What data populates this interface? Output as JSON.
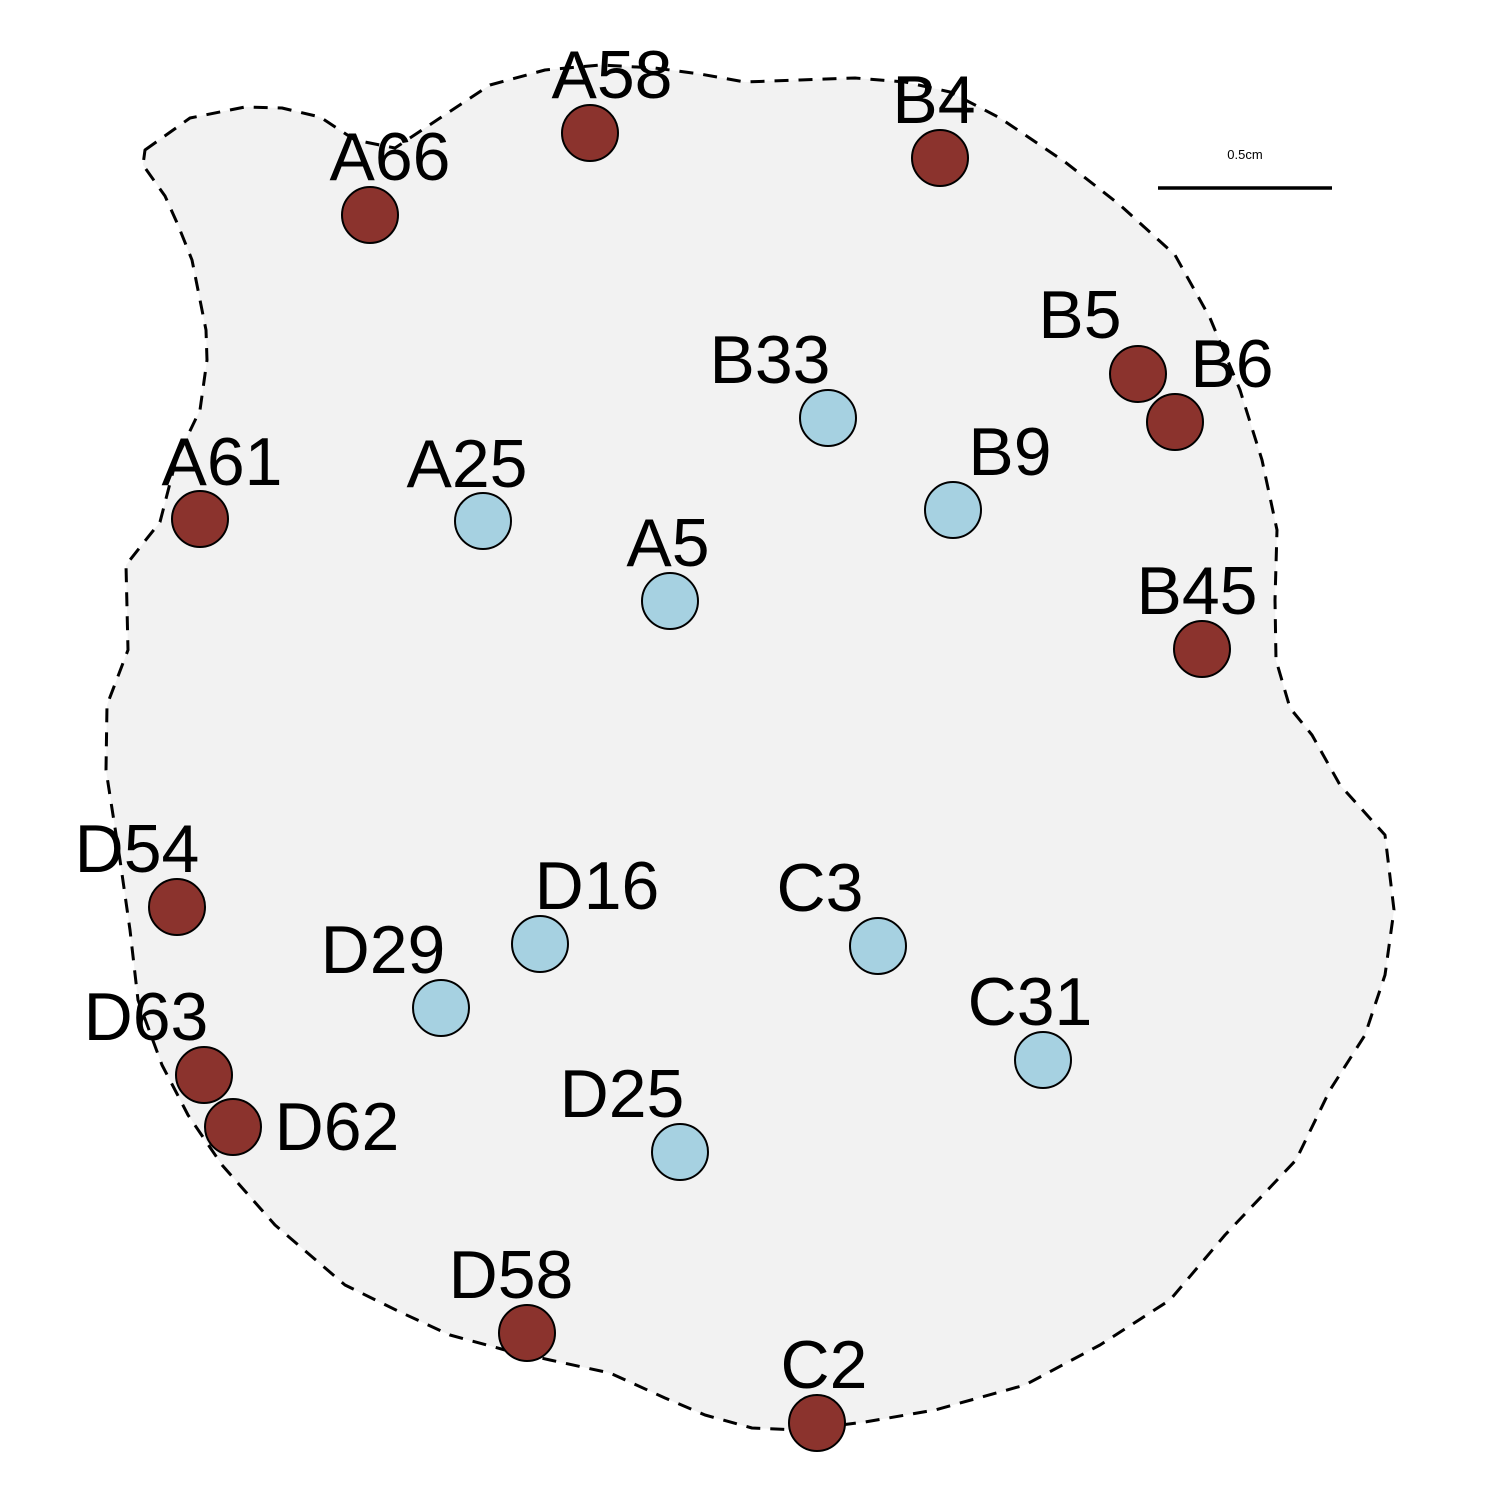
{
  "scale_bar": {
    "label": "0.5cm"
  },
  "colors": {
    "region_fill": "#f2f2f2",
    "region_stroke": "#000000",
    "edge": "#8b332d",
    "interior": "#a6d1e1",
    "marker_stroke": "#000000"
  },
  "points": [
    {
      "id": "A58",
      "label": "A58",
      "group": "edge"
    },
    {
      "id": "A66",
      "label": "A66",
      "group": "edge"
    },
    {
      "id": "B4",
      "label": "B4",
      "group": "edge"
    },
    {
      "id": "B5",
      "label": "B5",
      "group": "edge"
    },
    {
      "id": "B6",
      "label": "B6",
      "group": "edge"
    },
    {
      "id": "B33",
      "label": "B33",
      "group": "interior"
    },
    {
      "id": "B9",
      "label": "B9",
      "group": "interior"
    },
    {
      "id": "A61",
      "label": "A61",
      "group": "edge"
    },
    {
      "id": "A25",
      "label": "A25",
      "group": "interior"
    },
    {
      "id": "A5",
      "label": "A5",
      "group": "interior"
    },
    {
      "id": "B45",
      "label": "B45",
      "group": "edge"
    },
    {
      "id": "D54",
      "label": "D54",
      "group": "edge"
    },
    {
      "id": "D16",
      "label": "D16",
      "group": "interior"
    },
    {
      "id": "C3",
      "label": "C3",
      "group": "interior"
    },
    {
      "id": "D29",
      "label": "D29",
      "group": "interior"
    },
    {
      "id": "C31",
      "label": "C31",
      "group": "interior"
    },
    {
      "id": "D63",
      "label": "D63",
      "group": "edge"
    },
    {
      "id": "D62",
      "label": "D62",
      "group": "edge"
    },
    {
      "id": "D25",
      "label": "D25",
      "group": "interior"
    },
    {
      "id": "D58",
      "label": "D58",
      "group": "edge"
    },
    {
      "id": "C2",
      "label": "C2",
      "group": "edge"
    }
  ]
}
